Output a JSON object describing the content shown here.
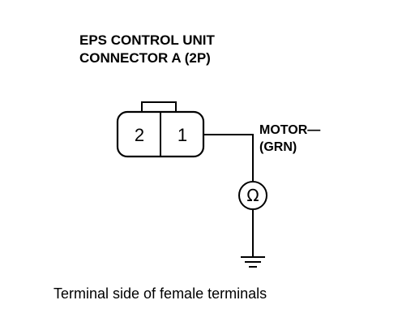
{
  "title": {
    "line1": "EPS CONTROL UNIT",
    "line2": "CONNECTOR A (2P)"
  },
  "connector": {
    "pins": [
      "2",
      "1"
    ]
  },
  "wire_label": {
    "line1": "MOTOR—",
    "line2": "(GRN)"
  },
  "meter": {
    "symbol": "Ω",
    "icon": "ohmmeter-icon"
  },
  "ground": {
    "icon": "ground-icon"
  },
  "caption": "Terminal side of female terminals"
}
